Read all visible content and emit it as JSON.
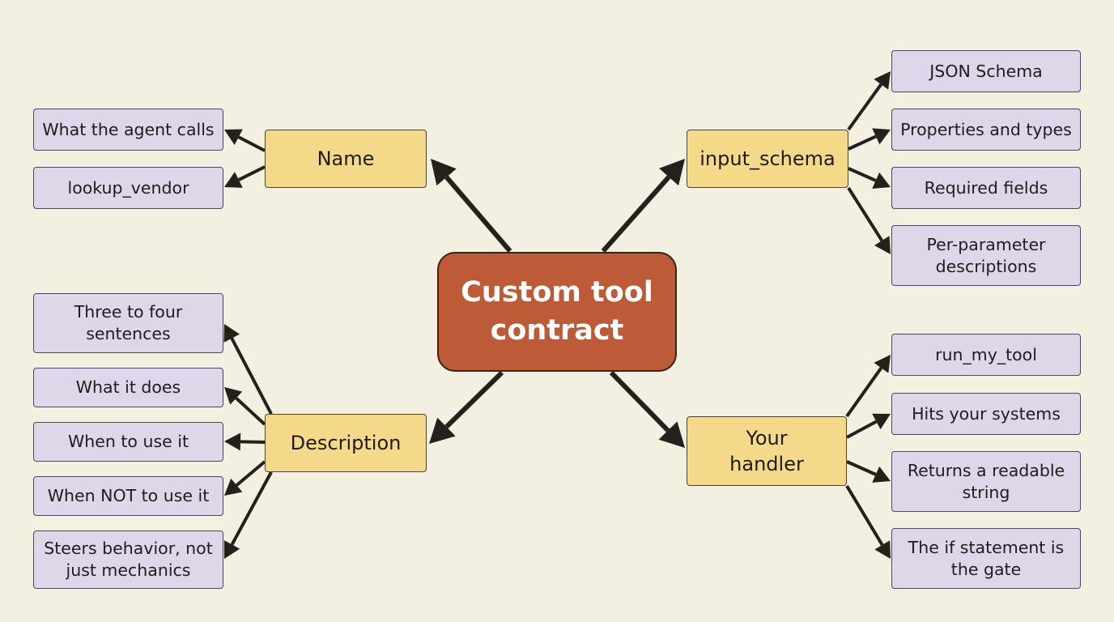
{
  "colors": {
    "background": "#f3efe1",
    "center_fill": "#bd5a37",
    "branch_fill": "#f5d98a",
    "leaf_fill": "#e0d6ea",
    "arrow": "#24201c"
  },
  "center": {
    "label": "Custom tool\ncontract"
  },
  "branches": {
    "name": {
      "label": "Name",
      "leaves": [
        "What the agent calls",
        "lookup_vendor"
      ]
    },
    "input_schema": {
      "label": "input_schema",
      "leaves": [
        "JSON Schema",
        "Properties and types",
        "Required fields",
        "Per-parameter\ndescriptions"
      ]
    },
    "description": {
      "label": "Description",
      "leaves": [
        "Three to four\nsentences",
        "What it does",
        "When to use it",
        "When NOT to use it",
        "Steers behavior, not\njust mechanics"
      ]
    },
    "handler": {
      "label": "Your\nhandler",
      "leaves": [
        "run_my_tool",
        "Hits your systems",
        "Returns a readable\nstring",
        "The if statement is\nthe gate"
      ]
    }
  }
}
